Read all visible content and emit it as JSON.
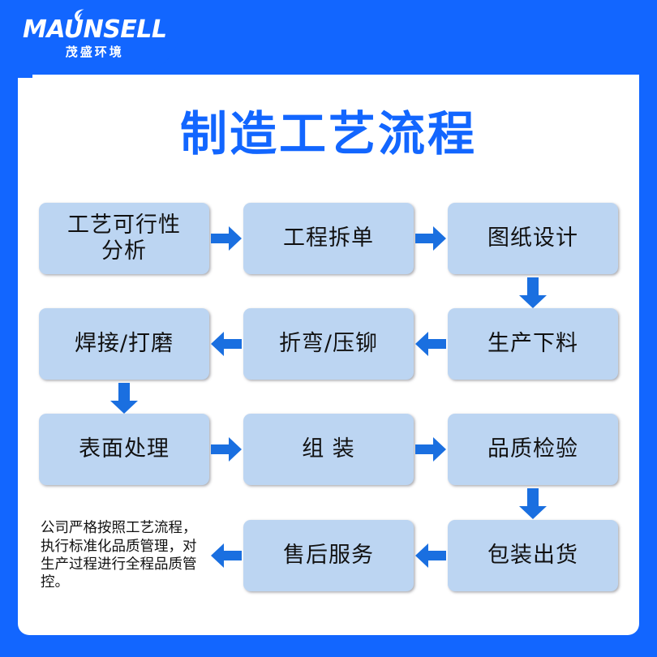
{
  "brand": {
    "name": "MAUNSELL",
    "name_cn": "茂盛环境",
    "leaf_icon": "leaf-icon",
    "blue": "#1266ff"
  },
  "title": "制造工艺流程",
  "colors": {
    "page_background": "#1266ff",
    "card_background": "#ffffff",
    "node_fill": "#bcd5f2",
    "node_text": "#111111",
    "arrow": "#1a6fe0",
    "title_text": "#1266ff"
  },
  "flow": {
    "nodes": [
      {
        "id": "n1",
        "label": "工艺可行性\n分析",
        "row": 1,
        "col": 1
      },
      {
        "id": "n2",
        "label": "工程拆单",
        "row": 1,
        "col": 2
      },
      {
        "id": "n3",
        "label": "图纸设计",
        "row": 1,
        "col": 3
      },
      {
        "id": "n4",
        "label": "生产下料",
        "row": 2,
        "col": 3
      },
      {
        "id": "n5",
        "label": "折弯/压铆",
        "row": 2,
        "col": 2
      },
      {
        "id": "n6",
        "label": "焊接/打磨",
        "row": 2,
        "col": 1
      },
      {
        "id": "n7",
        "label": "表面处理",
        "row": 3,
        "col": 1
      },
      {
        "id": "n8",
        "label": "组 装",
        "row": 3,
        "col": 2
      },
      {
        "id": "n9",
        "label": "品质检验",
        "row": 3,
        "col": 3
      },
      {
        "id": "n10",
        "label": "包装出货",
        "row": 4,
        "col": 3
      },
      {
        "id": "n11",
        "label": "售后服务",
        "row": 4,
        "col": 2
      }
    ],
    "arrows": [
      {
        "id": "a1",
        "direction": "right",
        "from": "n1",
        "to": "n2"
      },
      {
        "id": "a2",
        "direction": "right",
        "from": "n2",
        "to": "n3"
      },
      {
        "id": "a3",
        "direction": "down",
        "from": "n3",
        "to": "n4"
      },
      {
        "id": "a4",
        "direction": "left",
        "from": "n4",
        "to": "n5"
      },
      {
        "id": "a5",
        "direction": "left",
        "from": "n5",
        "to": "n6"
      },
      {
        "id": "a6",
        "direction": "down",
        "from": "n6",
        "to": "n7"
      },
      {
        "id": "a7",
        "direction": "right",
        "from": "n7",
        "to": "n8"
      },
      {
        "id": "a8",
        "direction": "right",
        "from": "n8",
        "to": "n9"
      },
      {
        "id": "a9",
        "direction": "down",
        "from": "n9",
        "to": "n10"
      },
      {
        "id": "a10",
        "direction": "left",
        "from": "n10",
        "to": "n11"
      },
      {
        "id": "a11",
        "direction": "left",
        "from": "n11",
        "to": "note"
      }
    ]
  },
  "note": "公司严格按照工艺流程，执行标准化品质管理，对生产过程进行全程品质管控。"
}
